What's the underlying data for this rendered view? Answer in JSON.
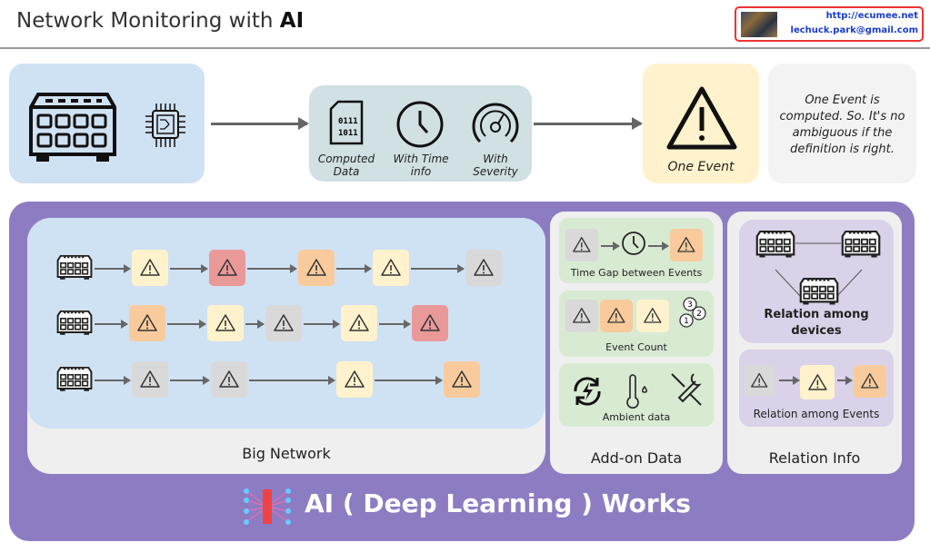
{
  "header": {
    "title_prefix": "Network Monitoring with ",
    "title_ai": "AI",
    "contact_url": "http://ecumee.net",
    "contact_email": "lechuck.park@gmail.com"
  },
  "top": {
    "computed_data": "Computed Data",
    "time_info": "With Time info",
    "severity": "With Severity",
    "one_event": "One Event",
    "note": "One Event is computed. So. It's no ambiguous if the definition is right."
  },
  "colors": {
    "yellow": "#fff2cc",
    "orange": "#f9cb9c",
    "red": "#ea9999",
    "grey": "#d9d9d9",
    "purple": "#8e7cc3",
    "blue": "#cfe2f3",
    "green": "#d9ead3",
    "lavender": "#d9d2e9"
  },
  "big_network": {
    "label": "Big Network",
    "rows": [
      [
        "yellow",
        "red",
        "orange",
        "yellow",
        "grey"
      ],
      [
        "orange",
        "yellow",
        "grey",
        "yellow",
        "red"
      ],
      [
        "grey",
        "grey",
        "yellow",
        "orange"
      ]
    ]
  },
  "addon": {
    "label": "Add-on Data",
    "time_gap": "Time Gap between Events",
    "event_count": "Event Count",
    "ambient": "Ambient data"
  },
  "relation": {
    "label": "Relation Info",
    "devices": "Relation among devices",
    "events": "Relation among Events"
  },
  "footer": {
    "text": "AI ( Deep Learning ) Works"
  }
}
